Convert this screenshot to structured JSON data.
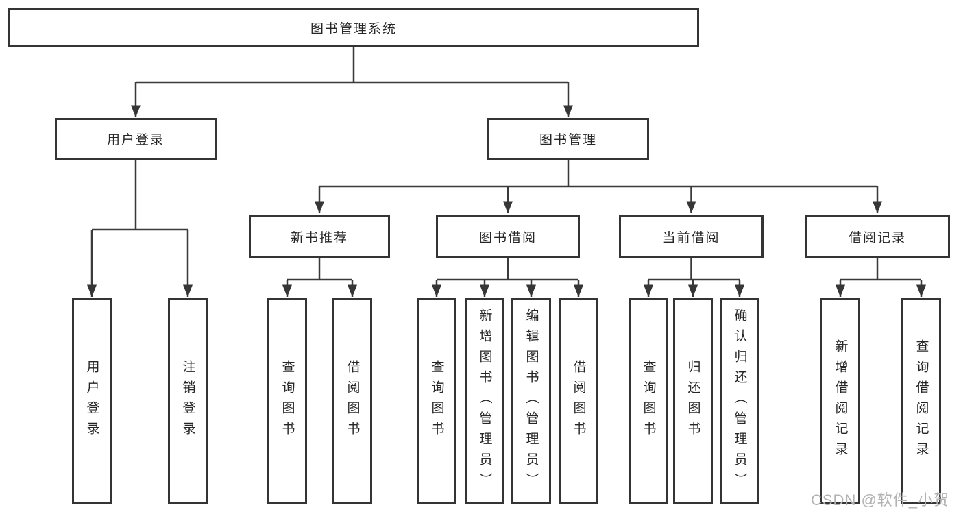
{
  "colors": {
    "background": "#ffffff",
    "line": "#3a3a3a",
    "box_border": "#343434",
    "text": "#262626",
    "watermark": "#b2b2b2"
  },
  "watermark": {
    "text": "CSDN @软件_小贺同学"
  },
  "tree": {
    "label": "图书管理系统",
    "children": [
      {
        "label": "用户登录",
        "children": [
          {
            "label": "用户登录"
          },
          {
            "label": "注销登录"
          }
        ]
      },
      {
        "label": "图书管理",
        "children": [
          {
            "label": "新书推荐",
            "children": [
              {
                "label": "查询图书"
              },
              {
                "label": "借阅图书"
              }
            ]
          },
          {
            "label": "图书借阅",
            "children": [
              {
                "label": "查询图书"
              },
              {
                "label": "新增图书（管理员）"
              },
              {
                "label": "编辑图书（管理员）"
              },
              {
                "label": "借阅图书"
              }
            ]
          },
          {
            "label": "当前借阅",
            "children": [
              {
                "label": "查询图书"
              },
              {
                "label": "归还图书"
              },
              {
                "label": "确认归还（管理员）"
              }
            ]
          },
          {
            "label": "借阅记录",
            "children": [
              {
                "label": "新增借阅记录"
              },
              {
                "label": "查询借阅记录"
              }
            ]
          }
        ]
      }
    ]
  }
}
